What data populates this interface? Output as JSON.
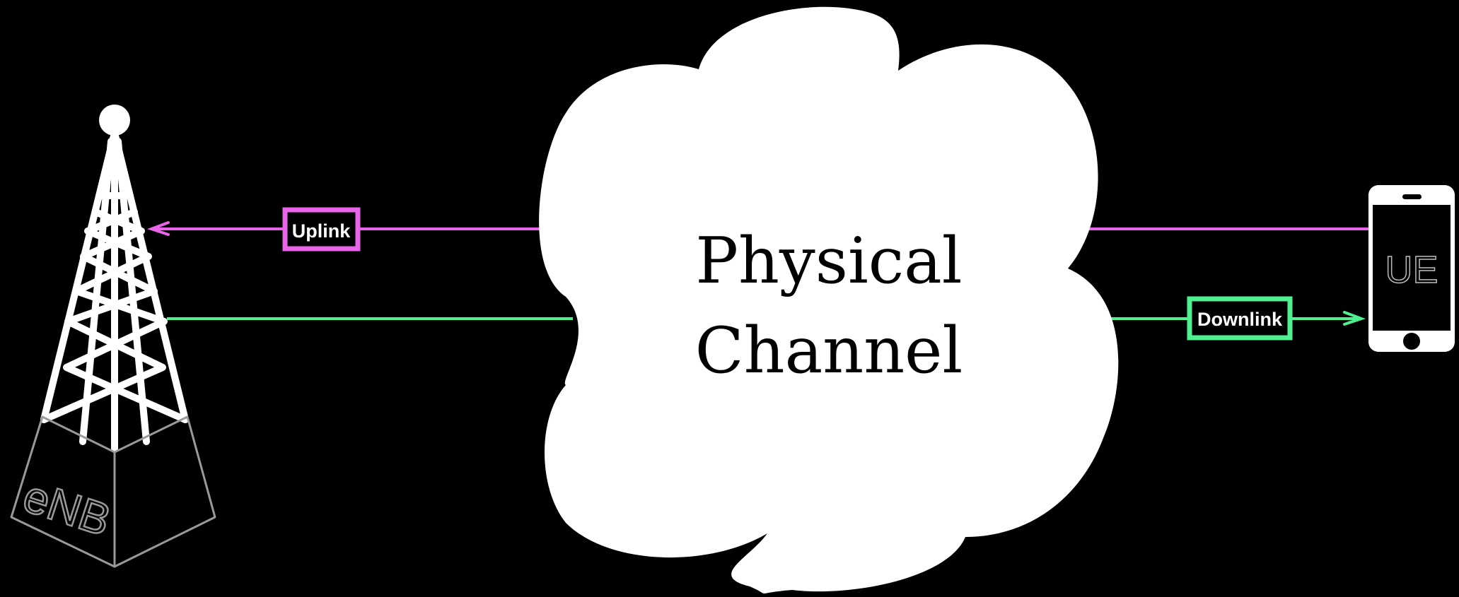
{
  "colors": {
    "background": "#000000",
    "uplink": "#e864e8",
    "downlink": "#4ef08f",
    "cloud": "#ffffff",
    "tower": "#ffffff",
    "shelter": "#999999"
  },
  "enb": {
    "label": "eNB",
    "icon": "cell-tower-icon"
  },
  "ue": {
    "label": "UE",
    "icon": "smartphone-icon"
  },
  "channel": {
    "line1": "Physical",
    "line2": "Channel",
    "icon": "cloud-shape"
  },
  "uplink": {
    "label": "Uplink",
    "direction": "UE to eNB"
  },
  "downlink": {
    "label": "Downlink",
    "direction": "eNB to UE"
  }
}
